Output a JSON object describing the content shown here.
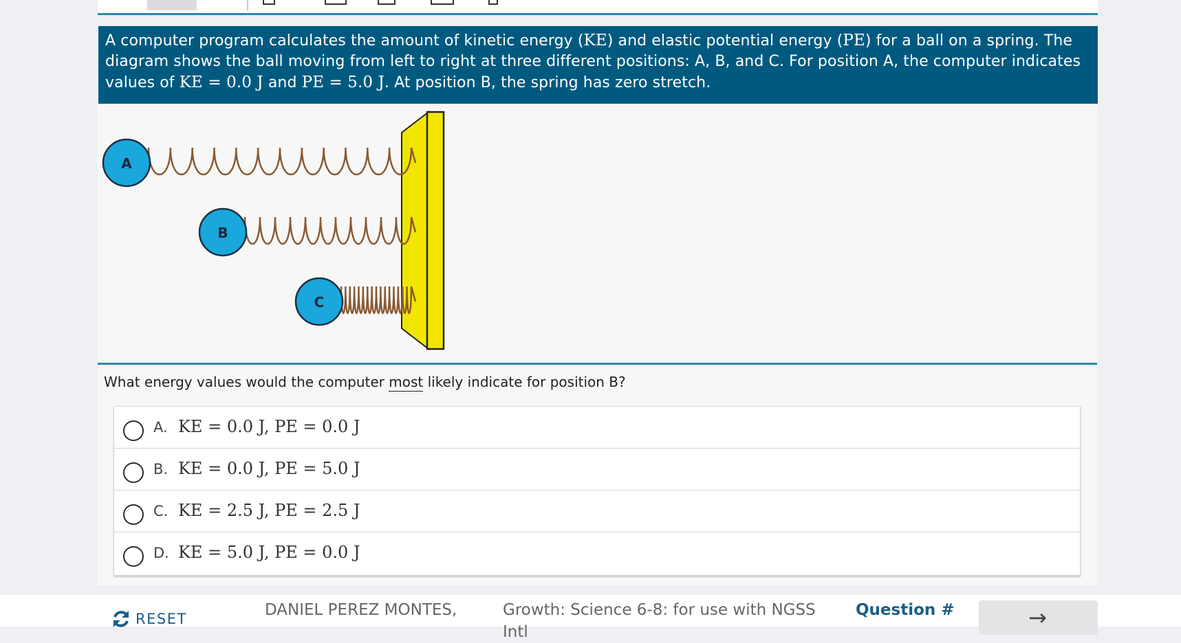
{
  "passage": {
    "part1": "A computer program calculates the amount of kinetic energy (",
    "ke_sym": "KE",
    "part2": ") and elastic potential energy (",
    "pe_sym": "PE",
    "part3": ") for a ball on a spring. The diagram shows the ball moving from left to right at three different positions: A, B, and C. For position A, the computer indicates values of ",
    "ke_eq": "KE = 0.0 J",
    "part4": " and ",
    "pe_eq": "PE = 5.0 J",
    "part5": ". At position B, the spring has zero stretch."
  },
  "figure": {
    "ball_a": "A",
    "ball_b": "B",
    "ball_c": "C",
    "colors": {
      "ball": "#1aa7dc",
      "spring": "#8a5a32",
      "wall": "#f2e600"
    }
  },
  "question": {
    "before": "What energy values would the computer ",
    "emphasis": "most",
    "after": " likely indicate for position B?"
  },
  "choices": [
    {
      "letter": "A.",
      "text": "KE = 0.0 J, PE = 0.0 J"
    },
    {
      "letter": "B.",
      "text": "KE = 0.0 J, PE = 5.0 J"
    },
    {
      "letter": "C.",
      "text": "KE = 2.5 J, PE = 2.5 J"
    },
    {
      "letter": "D.",
      "text": "KE = 5.0 J, PE = 0.0 J"
    }
  ],
  "footer": {
    "reset_label": "RESET",
    "reset_icon": "refresh-icon",
    "student": "DANIEL PEREZ MONTES,",
    "test": "Growth: Science 6-8: for use with NGSS Intl",
    "question_label": "Question #",
    "next_icon": "arrow-right-icon",
    "next_glyph": "→"
  },
  "colors": {
    "header_bg": "#005a80",
    "accent": "#2a8aa6",
    "link": "#1b5e86"
  }
}
